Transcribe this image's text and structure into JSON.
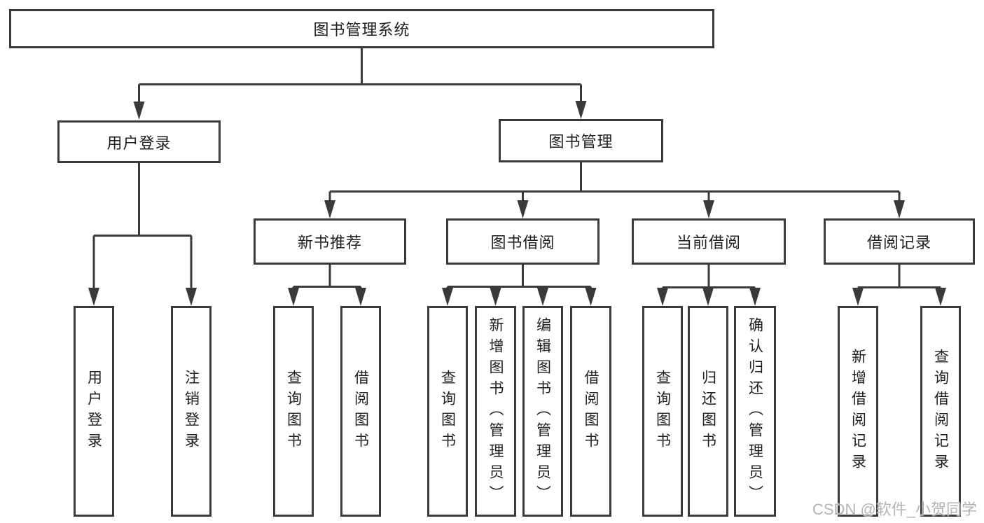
{
  "diagram": {
    "root": {
      "label": "图书管理系统"
    },
    "level2": [
      {
        "id": "user-login",
        "label": "用户登录"
      },
      {
        "id": "book-management",
        "label": "图书管理"
      }
    ],
    "level3": [
      {
        "id": "new-book-recommend",
        "label": "新书推荐"
      },
      {
        "id": "book-borrowing",
        "label": "图书借阅"
      },
      {
        "id": "current-borrowing",
        "label": "当前借阅"
      },
      {
        "id": "borrowing-records",
        "label": "借阅记录"
      }
    ],
    "leaves": [
      {
        "id": "user-login",
        "label": "用户登录"
      },
      {
        "id": "logout",
        "label": "注销登录"
      },
      {
        "id": "query-books-recommend",
        "label": "查询图书"
      },
      {
        "id": "borrow-books-recommend",
        "label": "借阅图书"
      },
      {
        "id": "query-books-borrowing",
        "label": "查询图书"
      },
      {
        "id": "add-book-admin",
        "label": "新增图书（管理员）"
      },
      {
        "id": "edit-book-admin",
        "label": "编辑图书（管理员）"
      },
      {
        "id": "borrow-books-borrowing",
        "label": "借阅图书"
      },
      {
        "id": "query-books-current",
        "label": "查询图书"
      },
      {
        "id": "return-books",
        "label": "归还图书"
      },
      {
        "id": "confirm-return-admin",
        "label": "确认归还（管理员）"
      },
      {
        "id": "add-borrow-record",
        "label": "新增借阅记录"
      },
      {
        "id": "query-borrow-record",
        "label": "查询借阅记录"
      }
    ]
  },
  "watermark": {
    "text": "CSDN @软件_小贺同学"
  },
  "colors": {
    "line": "#3a3a3a",
    "text": "#202020",
    "background": "#ffffff",
    "watermark": "#b4b4b4"
  }
}
